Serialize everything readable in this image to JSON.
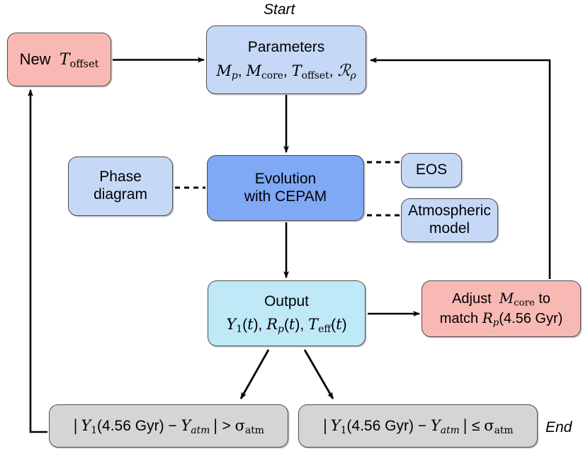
{
  "diagram": {
    "title_caption": "Start",
    "end_caption": "End",
    "colors": {
      "pink": "#f8b9b4",
      "blue_light": "#c5d9f7",
      "blue_mid": "#7fa8f5",
      "cyan": "#bfe9f7",
      "gray": "#d5d5d5",
      "stroke": "#4d4d4d",
      "arrow": "#000000"
    }
  },
  "nodes": {
    "new_toffset": {
      "name": "New T_offset",
      "text_plain": "New T_offset",
      "color": "pink"
    },
    "parameters": {
      "title": "Parameters",
      "formula_plain": "M_p, M_core, T_offset, R_rho",
      "color": "blue_light"
    },
    "phase_diagram": {
      "line1": "Phase",
      "line2": "diagram",
      "color": "blue_light"
    },
    "evolution": {
      "line1": "Evolution",
      "line2": "with CEPAM",
      "color": "blue_mid"
    },
    "eos": {
      "label": "EOS",
      "color": "blue_light"
    },
    "atmospheric_model": {
      "line1": "Atmospheric",
      "line2": "model",
      "color": "blue_light"
    },
    "output": {
      "title": "Output",
      "formula_plain": "Y_1(t), R_p(t), T_eff(t)",
      "color": "cyan"
    },
    "adjust": {
      "line1_plain": "Adjust M_core to",
      "line2_plain": "match R_p(4.56 Gyr)",
      "color": "pink"
    },
    "condition_greater": {
      "text_plain": "| Y_1(4.56 Gyr) - Y_atm | > sigma_atm",
      "color": "gray"
    },
    "condition_lesser": {
      "text_plain": "| Y_1(4.56 Gyr) - Y_atm | <= sigma_atm",
      "color": "gray"
    }
  },
  "edges": [
    {
      "from": "new_toffset",
      "to": "parameters",
      "style": "solid-arrow"
    },
    {
      "from": "parameters",
      "to": "evolution",
      "style": "solid-arrow"
    },
    {
      "from": "phase_diagram",
      "to": "evolution",
      "style": "dashed"
    },
    {
      "from": "evolution",
      "to": "eos",
      "style": "dashed"
    },
    {
      "from": "evolution",
      "to": "atmospheric_model",
      "style": "dashed"
    },
    {
      "from": "evolution",
      "to": "output",
      "style": "solid-arrow"
    },
    {
      "from": "output",
      "to": "adjust",
      "style": "solid-arrow"
    },
    {
      "from": "adjust",
      "to": "parameters",
      "style": "solid-arrow-loop-right"
    },
    {
      "from": "output",
      "to": "condition_greater",
      "style": "solid-arrow-diagonal"
    },
    {
      "from": "output",
      "to": "condition_lesser",
      "style": "solid-arrow-diagonal"
    },
    {
      "from": "condition_greater",
      "to": "new_toffset",
      "style": "solid-arrow-loop-left"
    }
  ],
  "symbols": {
    "M": "M",
    "T": "T",
    "Y": "Y",
    "R": "R",
    "sigma": "σ",
    "script_R": "ℛ",
    "rho": "ρ",
    "gyr": "Gyr",
    "time_value": "4.56",
    "greater": ">",
    "leq": "≤",
    "minus": "−",
    "abs_bar": "|"
  }
}
